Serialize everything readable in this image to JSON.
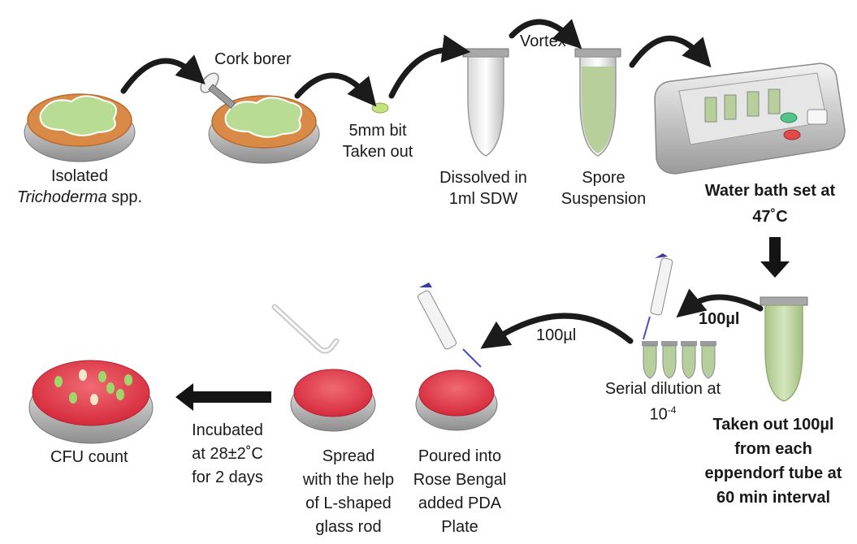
{
  "title": "",
  "colors": {
    "agar_orange": "#d98a47",
    "mycelium_green": "#b9dc94",
    "rose_bengal_red": "#e2384a",
    "tube_green": "#b7cf9a",
    "arrow": "#1b1b1b"
  },
  "icons": [
    "petri-dish-icon",
    "cork-borer-icon",
    "eppendorf-tube-icon",
    "water-bath-icon",
    "pipette-icon",
    "l-shaped-rod-icon"
  ],
  "steps": {
    "isolated": {
      "line1": "Isolated",
      "line2_italic": "Trichoderma",
      "line2_rest": " spp."
    },
    "cork_borer": "Cork borer",
    "bit": {
      "line1": "5mm bit",
      "line2": "Taken out"
    },
    "dissolved": {
      "line1": "Dissolved in",
      "line2": "1ml SDW"
    },
    "vortex": "Vortex",
    "spore": {
      "line1": "Spore",
      "line2": "Suspension"
    },
    "water_bath": {
      "line1": "Water bath set at",
      "line2": "47˚C"
    },
    "taken_out": {
      "line1": "Taken out 100µl",
      "line2": "from each",
      "line3": "eppendorf tube at",
      "line4": "60 min interval"
    },
    "transfer_volume_1": "100µl",
    "serial_dilution": {
      "line1": "Serial dilution at",
      "base": "10",
      "exponent": "-4"
    },
    "transfer_volume_2": "100µl",
    "poured": {
      "line1": "Poured into",
      "line2": "Rose Bengal",
      "line3": "added PDA",
      "line4": "Plate"
    },
    "spread": {
      "line1": "Spread",
      "line2": "with the help",
      "line3": "of L-shaped",
      "line4": "glass rod"
    },
    "incubated": {
      "line1": "Incubated",
      "line2": "at 28±2˚C",
      "line3": "for 2 days"
    },
    "cfu": "CFU count"
  }
}
